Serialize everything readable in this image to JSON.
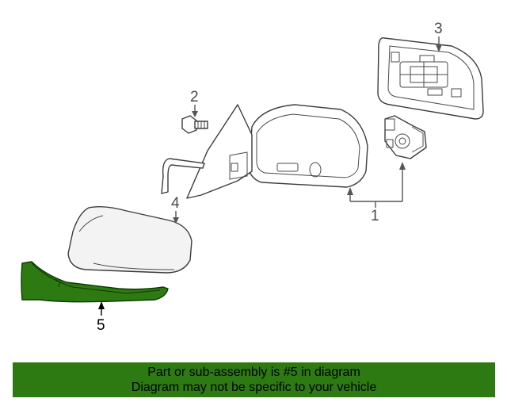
{
  "diagram": {
    "callouts": {
      "c1": "1",
      "c2": "2",
      "c3": "3",
      "c4": "4",
      "c5": "5"
    },
    "highlight_color": "#2e7a12"
  },
  "banner": {
    "line1": "Part or sub-assembly is #5 in diagram",
    "line2": "Diagram may not be specific to your vehicle",
    "background": "#2e7a12"
  }
}
